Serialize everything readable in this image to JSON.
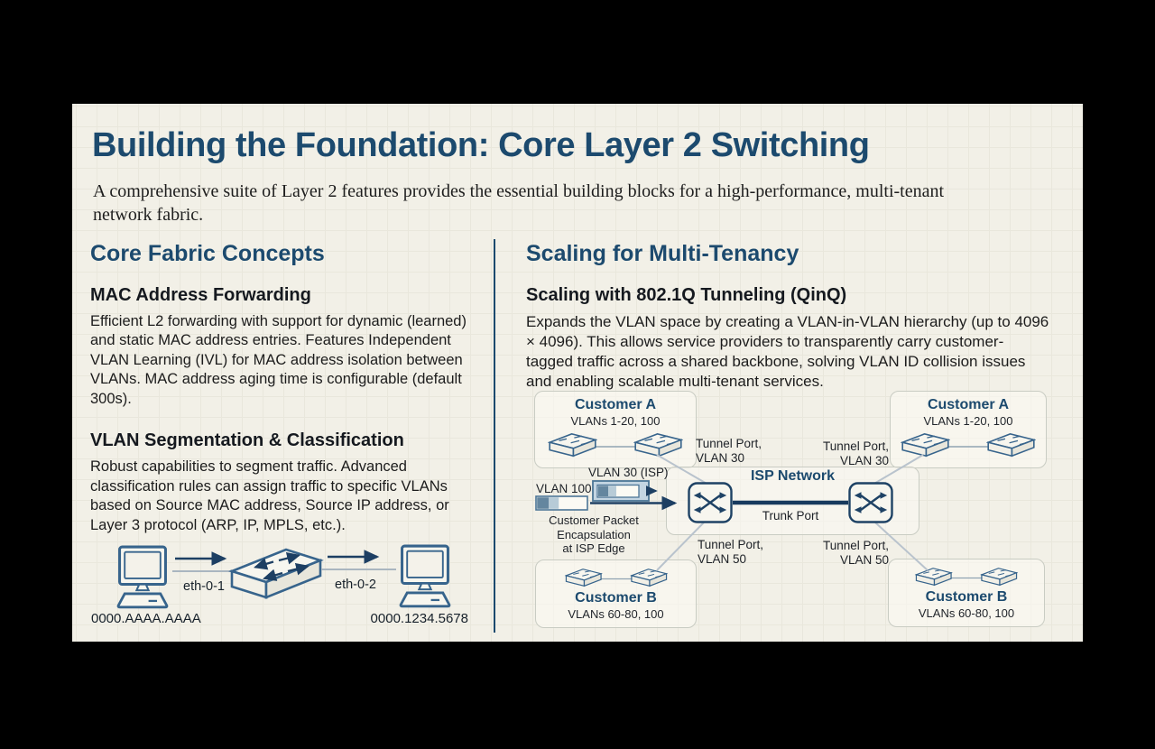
{
  "slide": {
    "title": "Building the Foundation: Core Layer 2 Switching",
    "subtitle": "A comprehensive suite of Layer 2 features provides the essential building blocks for a high-performance, multi-tenant network fabric.",
    "colors": {
      "accent_navy": "#1c4a6e",
      "icon_steel_blue": "#37648c",
      "slide_background": "#f2f0e7",
      "trunk_line": "#173a5e"
    },
    "left": {
      "heading": "Core Fabric Concepts",
      "sections": [
        {
          "title": "MAC Address Forwarding",
          "body": "Efficient L2 forwarding with support for dynamic (learned) and static MAC address entries. Features Independent VLAN Learning (IVL) for MAC address isolation between VLANs. MAC address aging time is configurable (default 300s)."
        },
        {
          "title": "VLAN Segmentation & Classification",
          "body": "Robust capabilities to segment traffic. Advanced classification rules can assign traffic to specific VLANs based on Source MAC address, Source IP address, or Layer 3 protocol (ARP, IP, MPLS, etc.)."
        }
      ],
      "diagram": {
        "mac_left": "0000.AAAA.AAAA",
        "mac_right": "0000.1234.5678",
        "port_left": "eth-0-1",
        "port_right": "eth-0-2",
        "icons": [
          "computer-icon",
          "switch-3d-icon",
          "computer-icon"
        ]
      }
    },
    "right": {
      "heading": "Scaling for Multi-Tenancy",
      "qinq_title": "Scaling with 802.1Q Tunneling (QinQ)",
      "qinq_body": "Expands the VLAN space by creating a VLAN-in-VLAN hierarchy (up to 4096 × 4096). This allows service providers to transparently carry customer-tagged traffic across a shared backbone, solving VLAN ID collision issues and enabling scalable multi-tenant services.",
      "diagram": {
        "customer_a_name": "Customer A",
        "customer_a_vlans": "VLANs 1-20, 100",
        "customer_b_name": "Customer B",
        "customer_b_vlans": "VLANs 60-80, 100",
        "isp_label": "ISP Network",
        "trunk_label": "Trunk Port",
        "tunnel_30": "Tunnel Port,\nVLAN 30",
        "tunnel_50": "Tunnel Port,\nVLAN 50",
        "vlan100_label": "VLAN 100",
        "vlan30_label": "VLAN 30 (ISP)",
        "encap_caption": "Customer Packet\nEncapsulation\nat ISP Edge",
        "icons": [
          "switch-3d-icon",
          "switch-crossed-arrows-icon",
          "packet-icon",
          "qinq-wrapped-packet-icon"
        ]
      }
    }
  }
}
